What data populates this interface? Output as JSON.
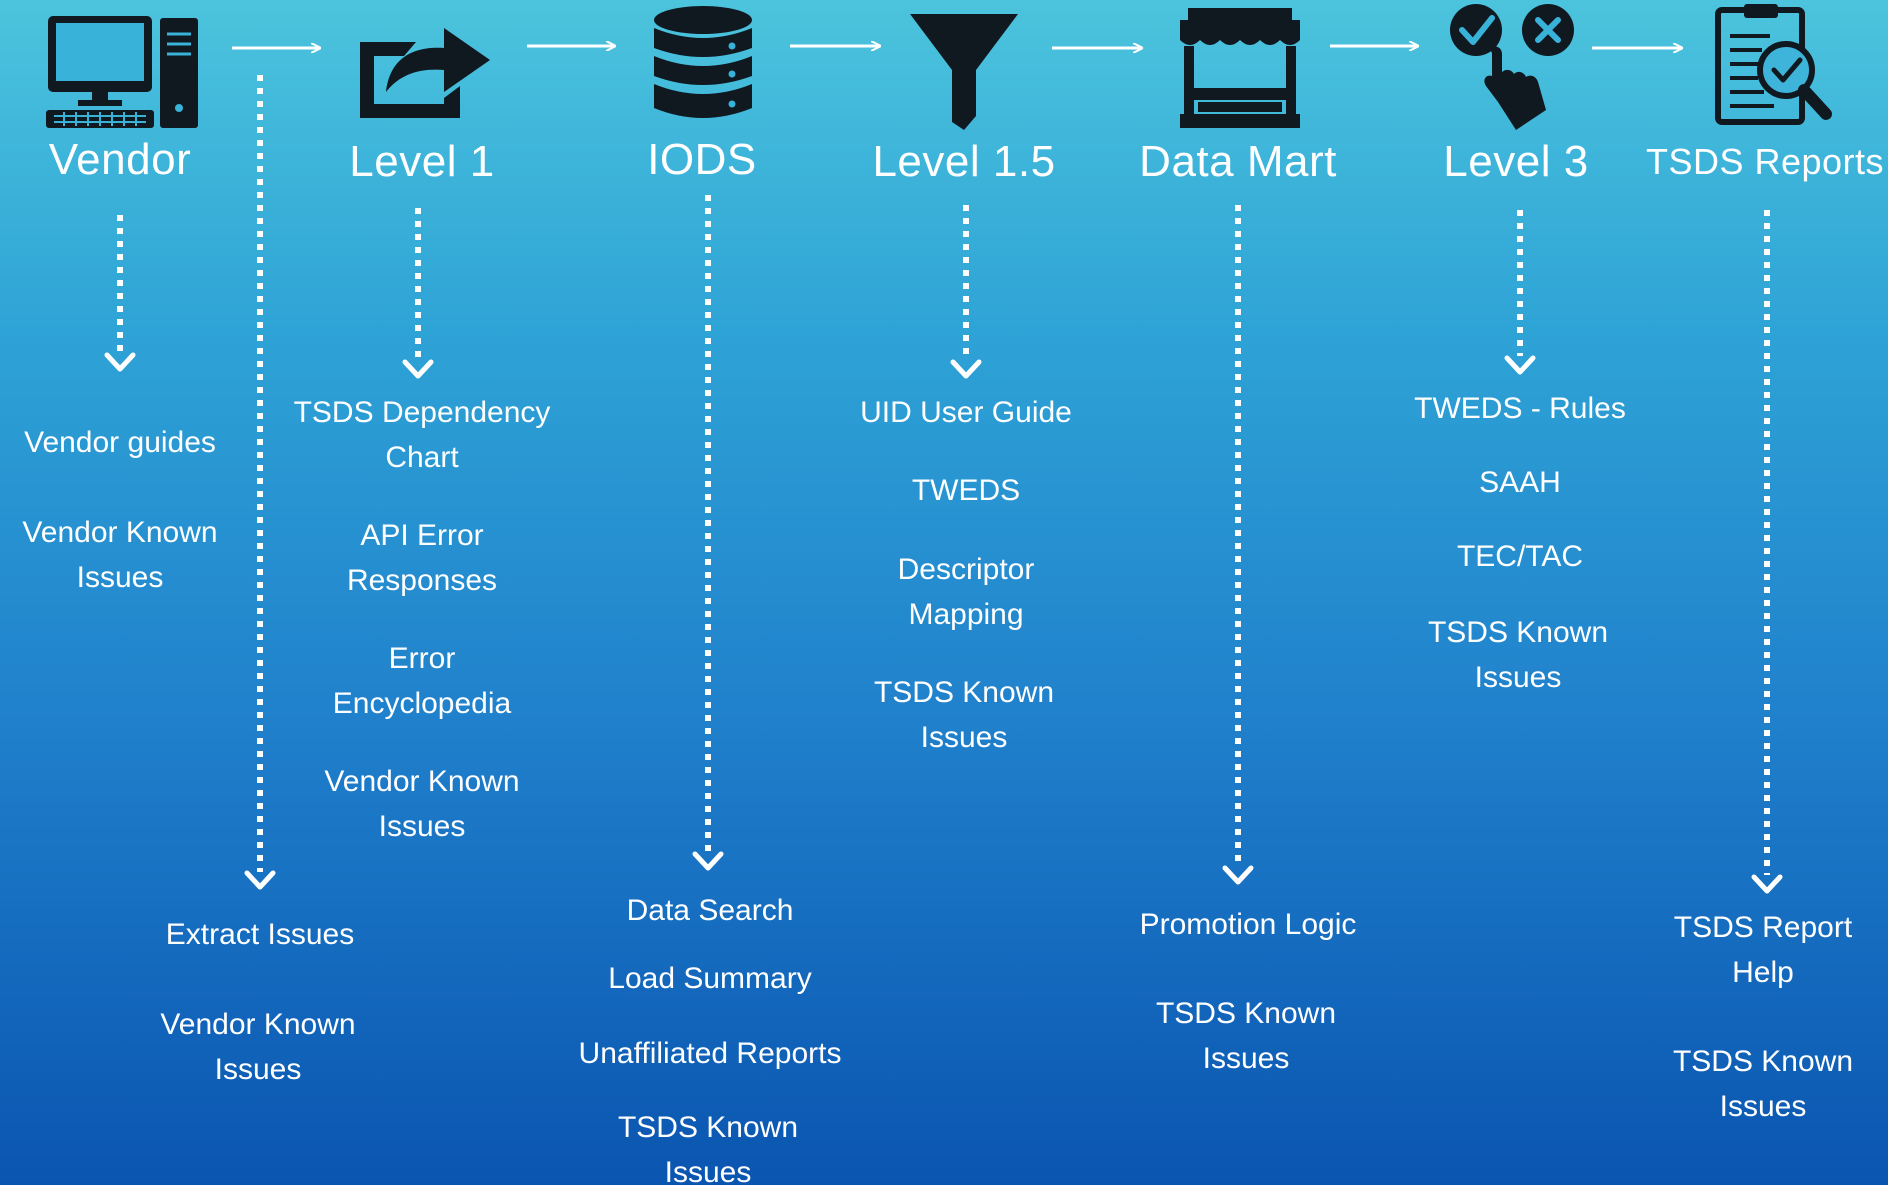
{
  "stages": [
    {
      "icon": "desktop-computer-icon",
      "title": "Vendor"
    },
    {
      "icon": "share-export-icon",
      "title": "Level 1"
    },
    {
      "icon": "database-icon",
      "title": "IODS"
    },
    {
      "icon": "funnel-filter-icon",
      "title": "Level 1.5"
    },
    {
      "icon": "market-stall-icon",
      "title": "Data Mart"
    },
    {
      "icon": "check-cross-hand-icon",
      "title": "Level 3"
    },
    {
      "icon": "report-magnifier-icon",
      "title": "TSDS Reports"
    }
  ],
  "groups": {
    "vendor": [
      "Vendor guides",
      "Vendor Known Issues"
    ],
    "extract": [
      "Extract Issues",
      "Vendor Known Issues"
    ],
    "level1": [
      "TSDS Dependency Chart",
      "API Error Responses",
      "Error Encyclopedia",
      "Vendor Known Issues"
    ],
    "iods": [
      "Data Search",
      "Load Summary",
      "Unaffiliated Reports",
      "TSDS Known Issues"
    ],
    "level15": [
      "UID User Guide",
      "TWEDS",
      "Descriptor Mapping",
      "TSDS Known Issues"
    ],
    "datamart": [
      "Promotion Logic",
      "TSDS Known Issues"
    ],
    "level3": [
      "TWEDS - Rules",
      "SAAH",
      "TEC/TAC",
      "TSDS Known Issues"
    ],
    "reports": [
      "TSDS Report Help",
      "TSDS Known Issues"
    ]
  },
  "colors": {
    "gradient_top": "#4cc4dd",
    "gradient_bottom": "#0a55b0",
    "icon": "#101820",
    "text": "#ffffff"
  }
}
